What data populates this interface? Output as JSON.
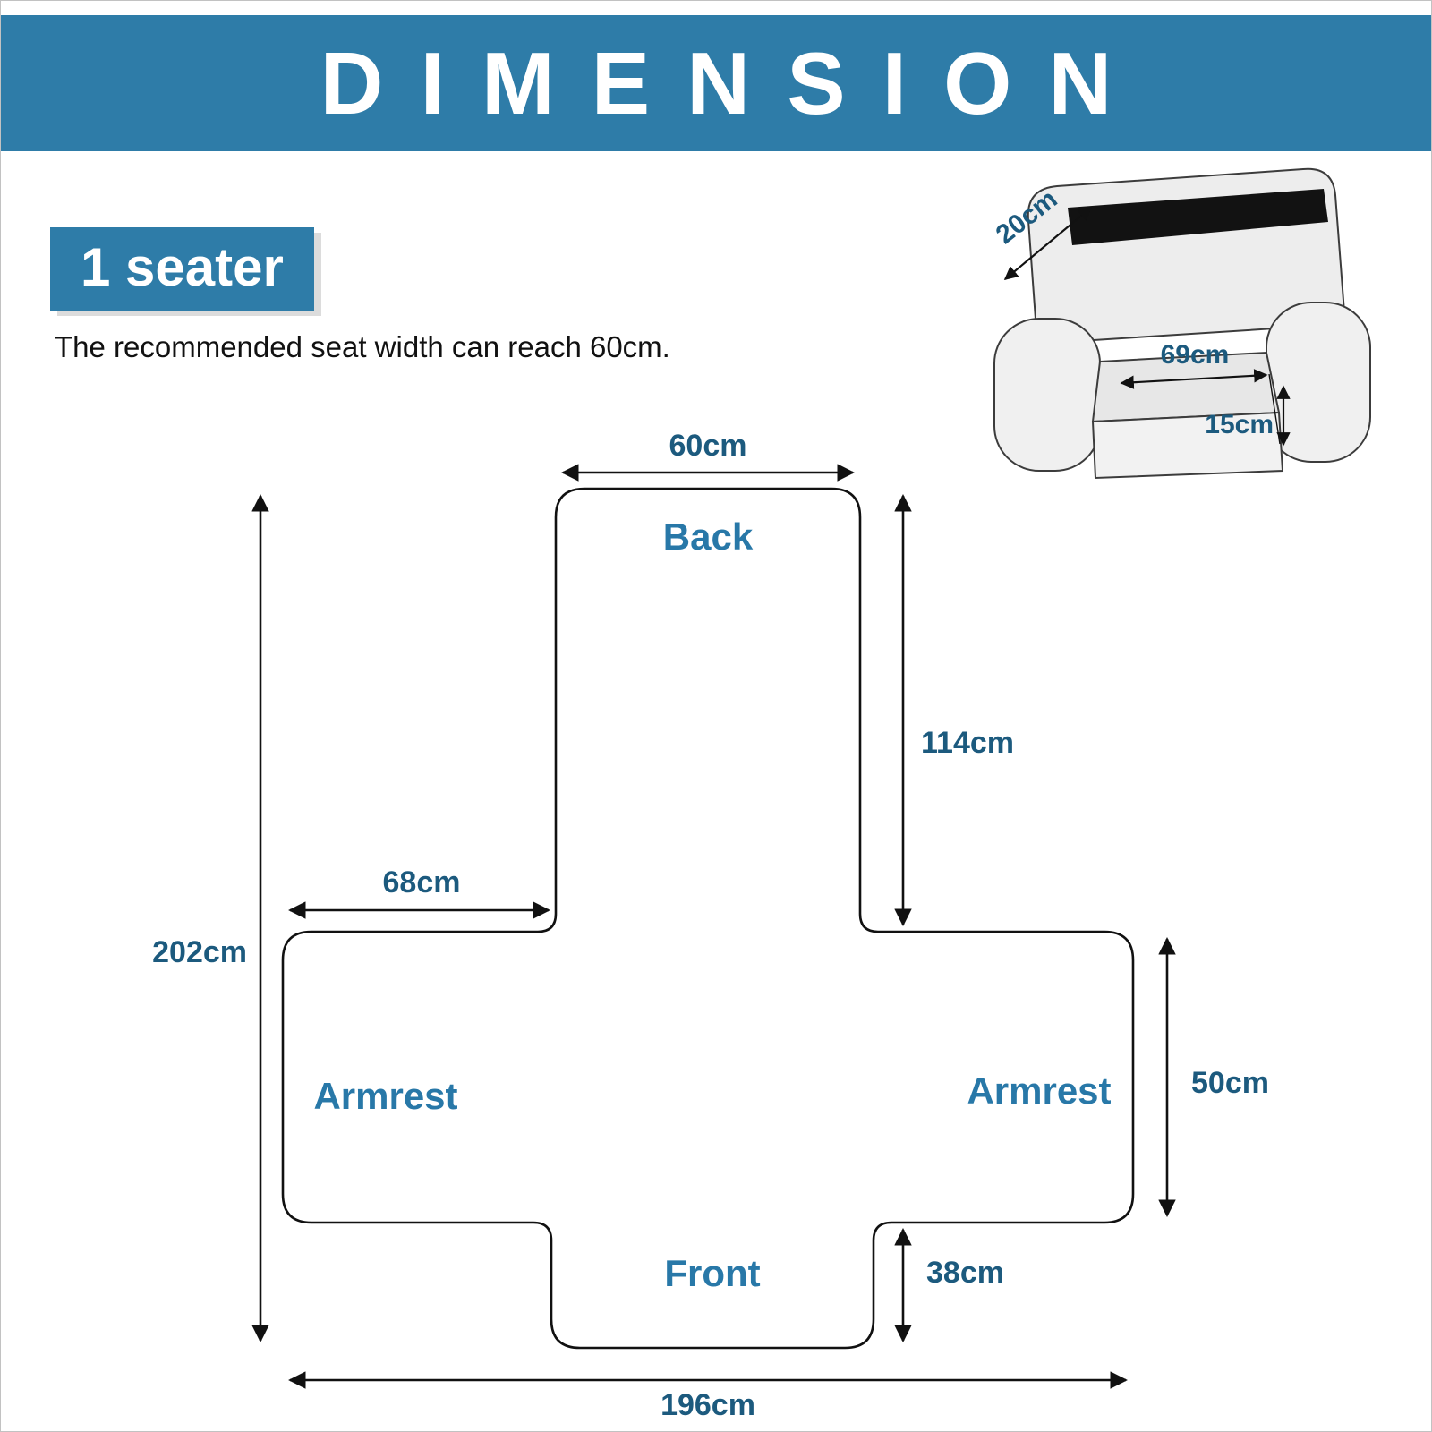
{
  "header": {
    "title": "DIMENSION"
  },
  "intro": {
    "badge": "1 seater",
    "subtitle": "The recommended seat width can reach 60cm."
  },
  "chair": {
    "strap_dim": "20cm",
    "seat_width_dim": "69cm",
    "seat_drop_dim": "15cm"
  },
  "diagram": {
    "back_label": "Back",
    "front_label": "Front",
    "armrest_left_label": "Armrest",
    "armrest_right_label": "Armrest",
    "top_width": "60cm",
    "back_height": "114cm",
    "armrest_top_width": "68cm",
    "total_height": "202cm",
    "armrest_height": "50cm",
    "front_height": "38cm",
    "total_width": "196cm"
  },
  "colors": {
    "accent": "#2e7ca8",
    "dimension_text": "#1c5a7e",
    "part_label_text": "#2878a8",
    "outline": "#111111"
  }
}
